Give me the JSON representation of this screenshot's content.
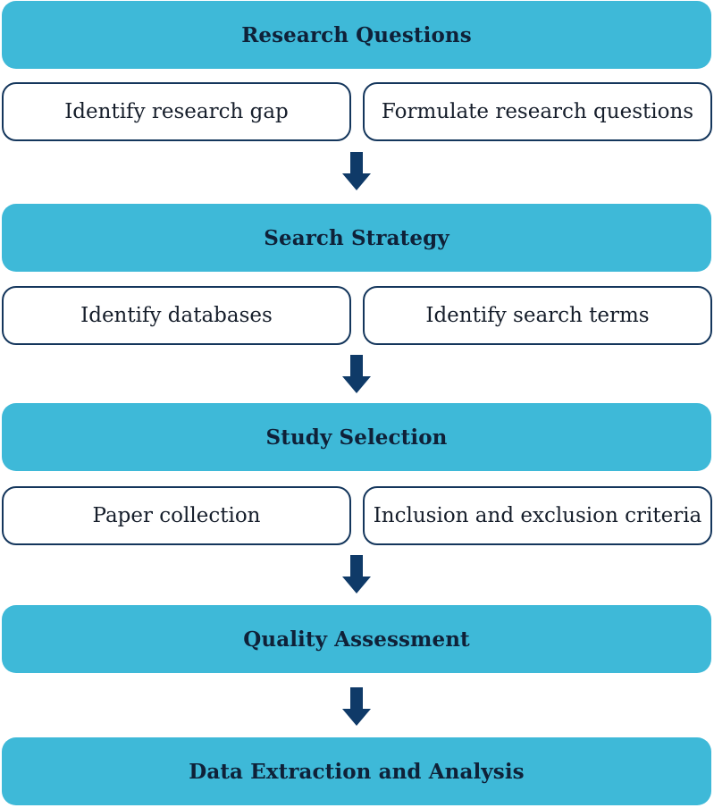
{
  "colors": {
    "stage_fill": "#3eb9d8",
    "stage_text": "#0f2138",
    "box_border": "#14365c",
    "arrow": "#0f3a68"
  },
  "stages": [
    {
      "title": "Research Questions",
      "tasks": [
        "Identify research gap",
        "Formulate research questions"
      ]
    },
    {
      "title": "Search Strategy",
      "tasks": [
        "Identify databases",
        "Identify search terms"
      ]
    },
    {
      "title": "Study Selection",
      "tasks": [
        "Paper collection",
        "Inclusion and exclusion criteria"
      ]
    },
    {
      "title": "Quality Assessment",
      "tasks": []
    },
    {
      "title": "Data Extraction and Analysis",
      "tasks": []
    }
  ]
}
